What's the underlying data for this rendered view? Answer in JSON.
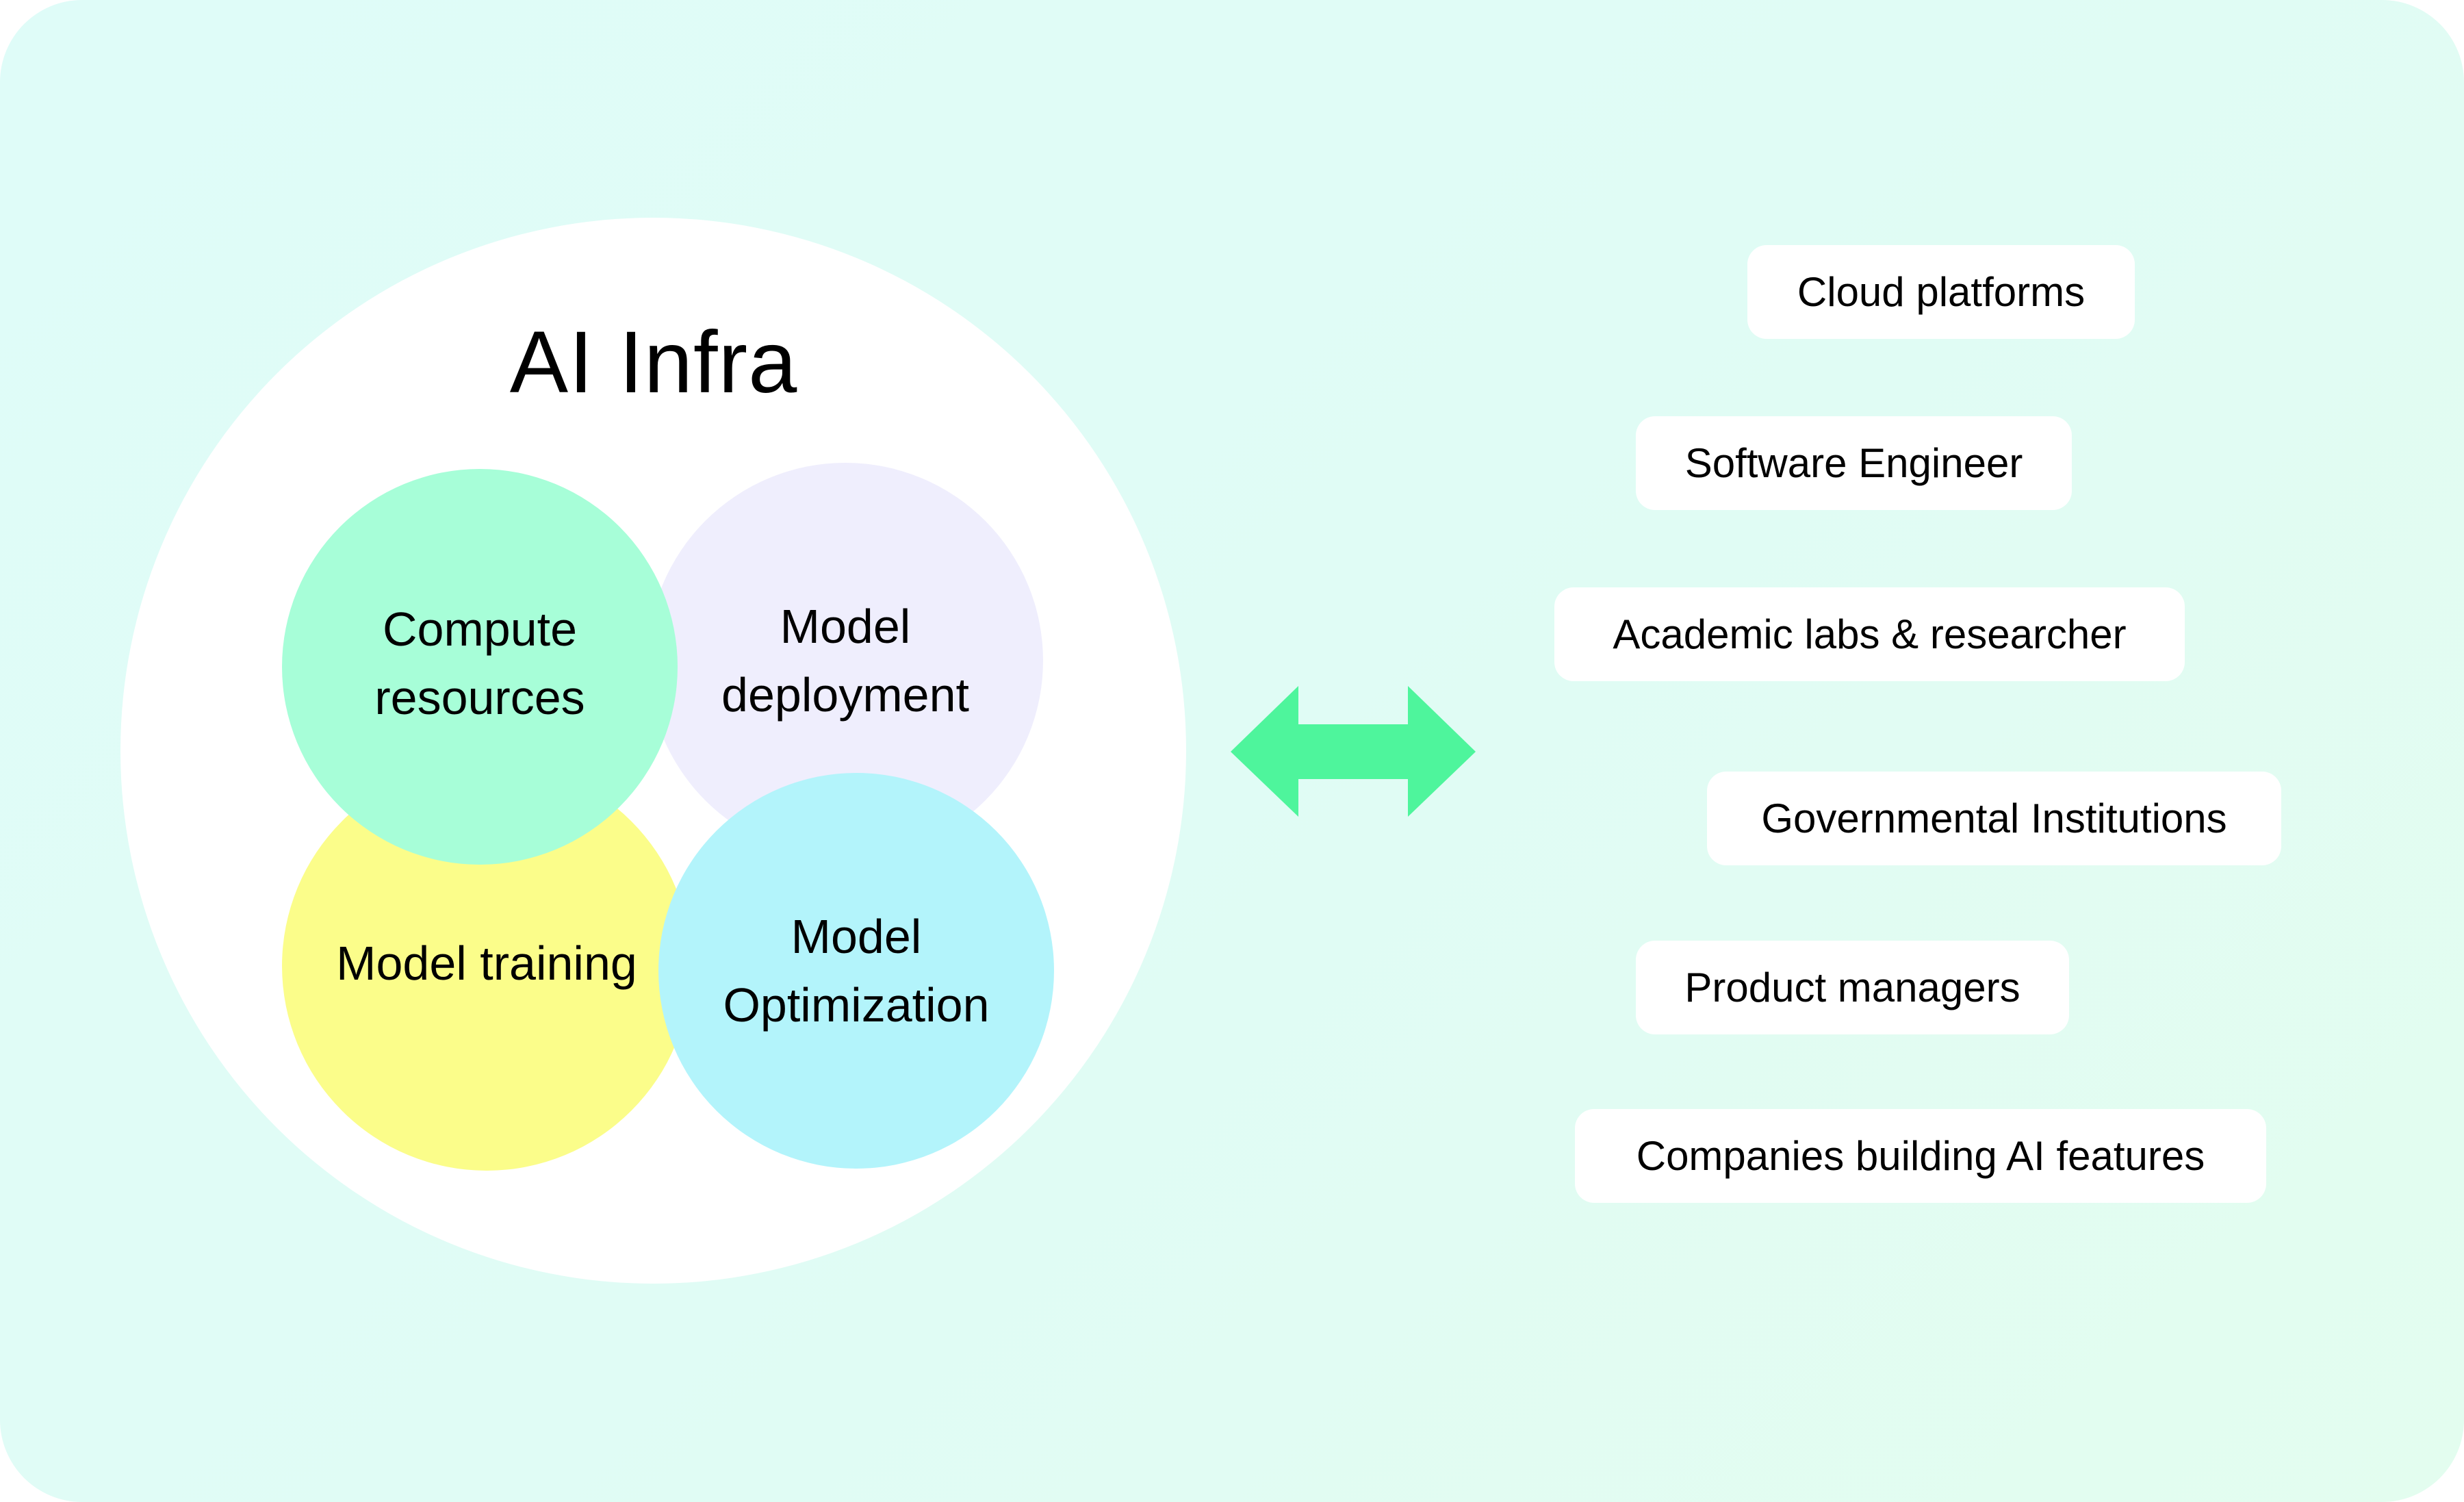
{
  "diagram": {
    "title": "AI Infra",
    "components": [
      {
        "id": "compute",
        "lines": [
          "Compute",
          "resources"
        ],
        "color": "#a7fed8"
      },
      {
        "id": "deployment",
        "lines": [
          "Model",
          "deployment"
        ],
        "color": "#efeefd"
      },
      {
        "id": "training",
        "lines": [
          "Model training"
        ],
        "color": "#fbfd8a"
      },
      {
        "id": "optimization",
        "lines": [
          "Model",
          "Optimization"
        ],
        "color": "#b3f4fb"
      }
    ],
    "connector": {
      "icon": "double-arrow-icon",
      "color": "#4ef59c"
    },
    "stakeholders": [
      "Cloud platforms",
      "Software Engineer",
      "Academic labs & researcher",
      "Governmental Institutions",
      "Product managers",
      "Companies building AI features"
    ]
  },
  "colors": {
    "background": "#dffcf8",
    "container": "#ffffff",
    "text": "#000000"
  }
}
